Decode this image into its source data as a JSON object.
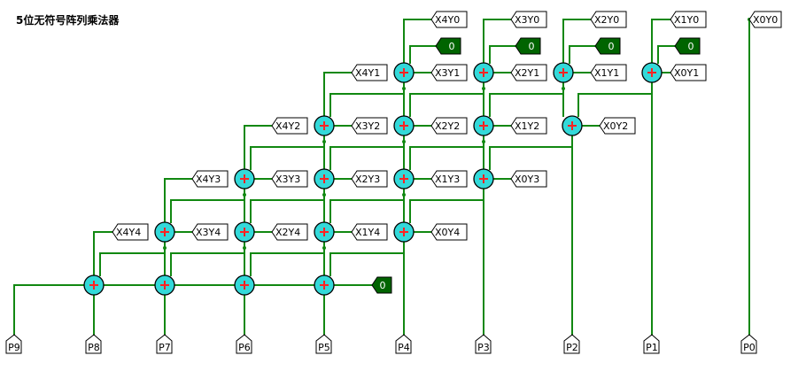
{
  "title": "5位无符号阵列乘法器",
  "colors": {
    "wire": "#118811",
    "adder_fill": "#33d9d9",
    "plus": "#ff2222",
    "const_fill": "#006400"
  },
  "pins": {
    "p0": "P0",
    "p1": "P1",
    "p2": "P2",
    "p3": "P3",
    "p4": "P4",
    "p5": "P5",
    "p6": "P6",
    "p7": "P7",
    "p8": "P8",
    "p9": "P9"
  },
  "partials": {
    "x0y0": "X0Y0",
    "x1y0": "X1Y0",
    "x2y0": "X2Y0",
    "x3y0": "X3Y0",
    "x4y0": "X4Y0",
    "x0y1": "X0Y1",
    "x1y1": "X1Y1",
    "x2y1": "X2Y1",
    "x3y1": "X3Y1",
    "x4y1": "X4Y1",
    "x0y2": "X0Y2",
    "x1y2": "X1Y2",
    "x2y2": "X2Y2",
    "x3y2": "X3Y2",
    "x4y2": "X4Y2",
    "x0y3": "X0Y3",
    "x1y3": "X1Y3",
    "x2y3": "X2Y3",
    "x3y3": "X3Y3",
    "x4y3": "X4Y3",
    "x0y4": "X0Y4",
    "x1y4": "X1Y4",
    "x2y4": "X2Y4",
    "x3y4": "X3Y4",
    "x4y4": "X4Y4"
  },
  "constants": {
    "zero": "0"
  }
}
